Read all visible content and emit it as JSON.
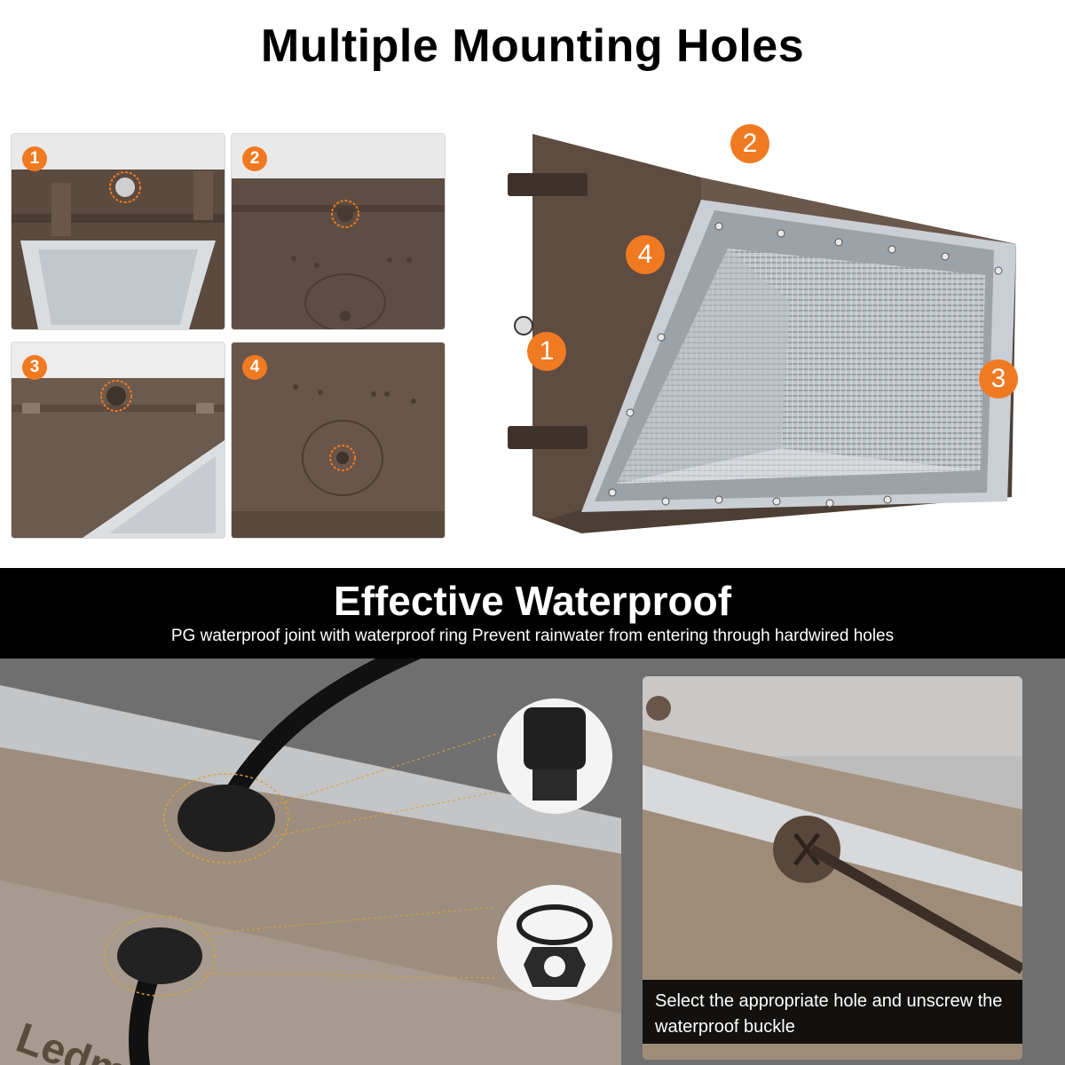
{
  "title": "Multiple Mounting Holes",
  "thumbnails": [
    {
      "number": "1"
    },
    {
      "number": "2"
    },
    {
      "number": "3"
    },
    {
      "number": "4"
    }
  ],
  "main_callouts": [
    "2",
    "4",
    "1",
    "3"
  ],
  "waterproof": {
    "title": "Effective Waterproof",
    "subtitle": "PG waterproof joint with waterproof ring Prevent rainwater from entering through hardwired holes"
  },
  "brand_logo": "Ledmo",
  "caption": "Select the appropriate hole and unscrew the waterproof buckle",
  "colors": {
    "accent": "#f07a21",
    "housing": "#5b4a3f",
    "band": "#000000"
  }
}
